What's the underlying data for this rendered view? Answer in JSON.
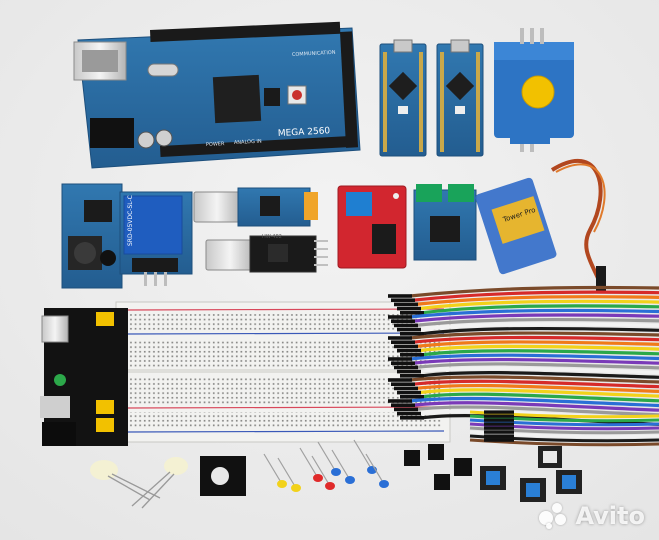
{
  "photo": {
    "colors": {
      "background": "#eeeeee",
      "pcb_blue": "#2a6fa6",
      "pcb_red": "#d2262f",
      "breadboard": "#f2f2f0",
      "rail_red": "#d8475a",
      "rail_blue": "#3a59b8"
    },
    "mega_board": {
      "title": "MEGA 2560",
      "label_comm": "COMMUNICATION",
      "label_power": "POWER",
      "label_analog": "ANALOG IN"
    },
    "relay": {
      "label": "SRD-05VDC-SL-C"
    },
    "usb_module": {
      "label": "HW-482"
    },
    "servo": {
      "label": "Tower Pro"
    },
    "watermark": {
      "text": "Avito"
    }
  }
}
